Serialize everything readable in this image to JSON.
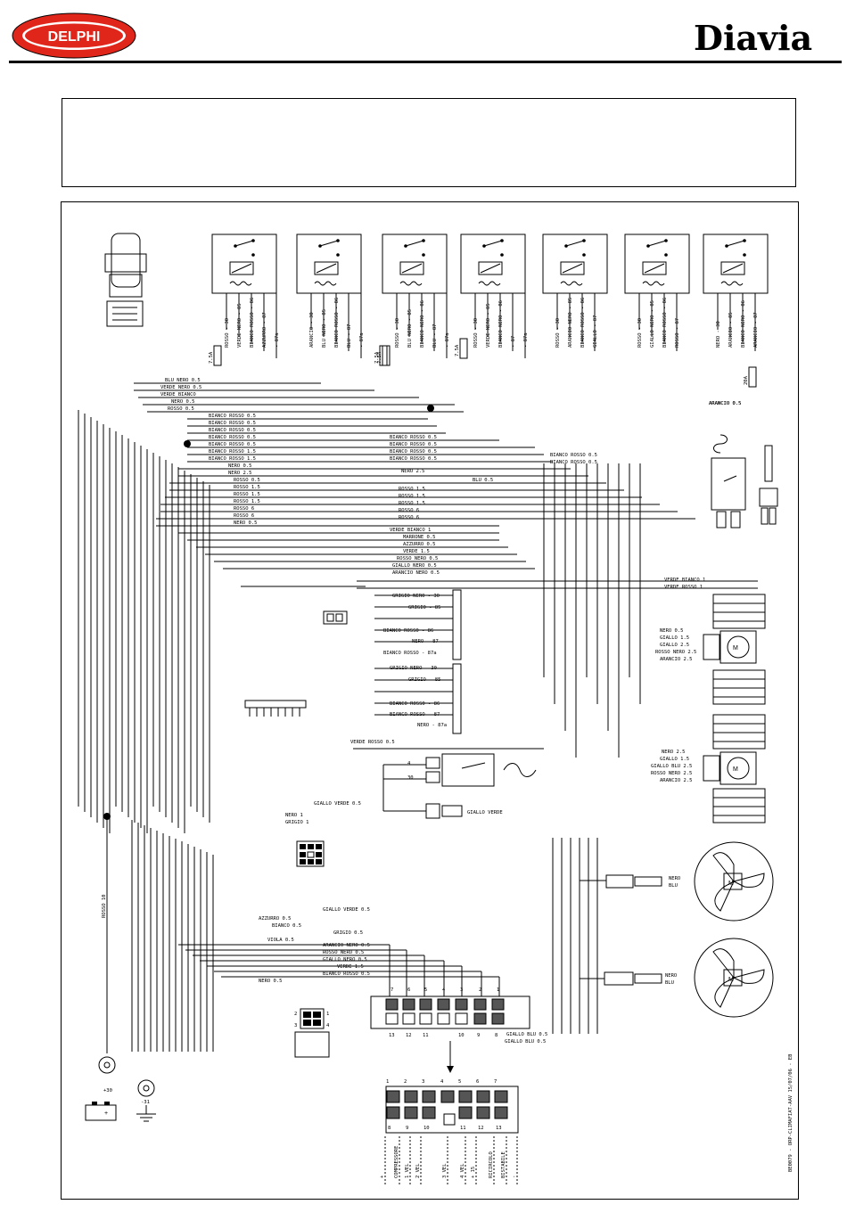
{
  "header": {
    "delphi_logo_text": "DELPHI",
    "diavia_logo_text": "Diavia"
  },
  "doc_code": "BE0079 - ORP-CLIMAFIAT-AAV  15/07/06 - EB",
  "relays": [
    {
      "fuse": "7.5A",
      "wires": [
        "ROSSO - 30",
        "VERDE NERO - 85",
        "BIANCO ROSSO - 86",
        "AZZURRO - 87",
        "- 87a"
      ]
    },
    {
      "fuse": "7.5A",
      "wires": [
        "ARANCIO - 30",
        "BLU NERO - 85",
        "BIANCO ROSSO - 86",
        "BLU - 87",
        "- 87a"
      ]
    },
    {
      "fuse": "7.5A",
      "wires": [
        "ROSSO - 30",
        "BLU NERO - 85",
        "BIANCO NERO - 86",
        "BLU - 87",
        "- 87a"
      ]
    },
    {
      "fuse": "7.5A",
      "wires": [
        "ROSSO - 30",
        "VERDE NERO - 85",
        "BIANCO NERO - 86",
        "- 87",
        "- 87a"
      ]
    },
    {
      "fuse": "",
      "wires": [
        "ROSSO - 30",
        "ARANCIO NERO - 85",
        "BIANCO ROSSO - 86",
        "GIALLO - 87"
      ]
    },
    {
      "fuse": "",
      "wires": [
        "ROSSO - 30",
        "GIALLO NERO - 85",
        "BIANCO ROSSO - 86",
        "ROSSO - 87"
      ]
    },
    {
      "fuse": "20A",
      "wires": [
        "NERO - 30",
        "ARANCIO - 85",
        "BIANCO NERO - 86",
        "ARANCIO - 87"
      ]
    }
  ],
  "harness_labels": [
    "BLU NERO 0.5",
    "VERDE NERO 0.5",
    "VERDE BIANCO",
    "NERO 0.5",
    "ROSSO 0.5",
    "BIANCO ROSSO 0.5",
    "BIANCO ROSSO 0.5",
    "BIANCO ROSSO 0.5",
    "BIANCO ROSSO 0.5",
    "BIANCO ROSSO 0.5",
    "BIANCO ROSSO 1.5",
    "BIANCO ROSSO 1.5",
    "NERO 0.5",
    "NERO 2.5",
    "ROSSO 0.5",
    "ROSSO 1.5",
    "ROSSO 1.5",
    "ROSSO 1.5",
    "ROSSO 6",
    "ROSSO 6",
    "NERO 0.5",
    "BIANCO ROSSO 0.5",
    "BIANCO ROSSO 0.5",
    "BIANCO ROSSO 0.5",
    "BIANCO ROSSO 0.5",
    "NERO 2.5",
    "BLU 0.5",
    "ROSSO 1.5",
    "ROSSO 1.5",
    "ROSSO 1.5",
    "ROSSO 6",
    "ROSSO 6",
    "VERDE BIANCO 1",
    "MARRONE 0.5",
    "AZZURRO 0.5",
    "VERDE 1.5",
    "ROSSO NERO 0.5",
    "GIALLO NERO 0.5",
    "ARANCIO NERO 0.5",
    "ARANCIO 0.5",
    "BIANCO ROSSO 0.5",
    "BIANCO ROSSO 0.5",
    "VERDE BIANCO 1",
    "VERDE ROSSO 1"
  ],
  "relay_block_a": [
    "GRIGIO NERO - 30",
    "GRIGIO - 85",
    "BIANCO ROSSO - 86",
    "NERO - 87",
    "BIANCO ROSSO - 87a"
  ],
  "relay_block_b": [
    "GRIGIO NERO - 30",
    "GRIGIO - 85",
    "BIANCO ROSSO - 86",
    "BIANCO ROSSO - 87",
    "NERO - 87a"
  ],
  "blower_1_wires": [
    "NERO 0.5",
    "GIALLO 1.5",
    "GIALLO 2.5",
    "ROSSO NERO 2.5",
    "ARANCIO 2.5"
  ],
  "blower_2_wires": [
    "NERO 2.5",
    "GIALLO 1.5",
    "GIALLO BLU 2.5",
    "ROSSO NERO 2.5",
    "ARANCIO 2.5"
  ],
  "fan_1_wires": [
    "NERO",
    "BLU"
  ],
  "fan_2_wires": [
    "NERO",
    "BLU"
  ],
  "misc_labels": {
    "verde_rosso": "VERDE ROSSO 0.5",
    "giallo_verde": "GIALLO VERDE 0.5",
    "giallo_verde_2": "GIALLO VERDE",
    "nero_1": "NERO 1",
    "grigio_1": "GRIGIO 1",
    "giallo_verde_bottom": "GIALLO VERDE 0.5",
    "azzurro": "AZZURRO 0.5",
    "bianco": "BIANCO 0.5",
    "viola": "VIOLA 0.5",
    "grigio": "GRIGIO 0.5",
    "arancio_nero": "ARANCIO NERO 0.5",
    "rosso_nero": "ROSSO NERO 0.5",
    "giallo_nero": "GIALLO NERO 0.5",
    "verde": "VERDE 1.5",
    "bianco_rosso": "BIANCO ROSSO 0.5",
    "nero_bottom": "NERO 0.5",
    "giallo_blu": "GIALLO BLU 0.5",
    "giallo_blu_2": "GIALLO BLU 0.5",
    "rosso_battery": "ROSSO 10",
    "term_plus": "+30",
    "term_minus": "-31",
    "switch_30": "30",
    "switch_4": "4",
    "arancio_05": "ARANCIO 0.5"
  },
  "connector_top_pins": [
    "7",
    "6",
    "5",
    "4",
    "3",
    "2",
    "1"
  ],
  "connector_bottom_pins": [
    "13",
    "12",
    "11",
    "10",
    "9",
    "8"
  ],
  "connector_b_top_pins": [
    "1",
    "2",
    "3",
    "4",
    "5",
    "6",
    "7"
  ],
  "connector_b_bottom_pins": [
    "8",
    "9",
    "10",
    "11",
    "12",
    "13"
  ],
  "connector_b_labels": [
    "+",
    "COMPRESSORE",
    "1 VEL",
    "2 VEL",
    "3 VEL",
    "4 VEL",
    "+ 15",
    "RICIRCOLO",
    "BISTABILE",
    "-"
  ],
  "small_connector_pins": [
    "1",
    "2",
    "3",
    "4"
  ]
}
